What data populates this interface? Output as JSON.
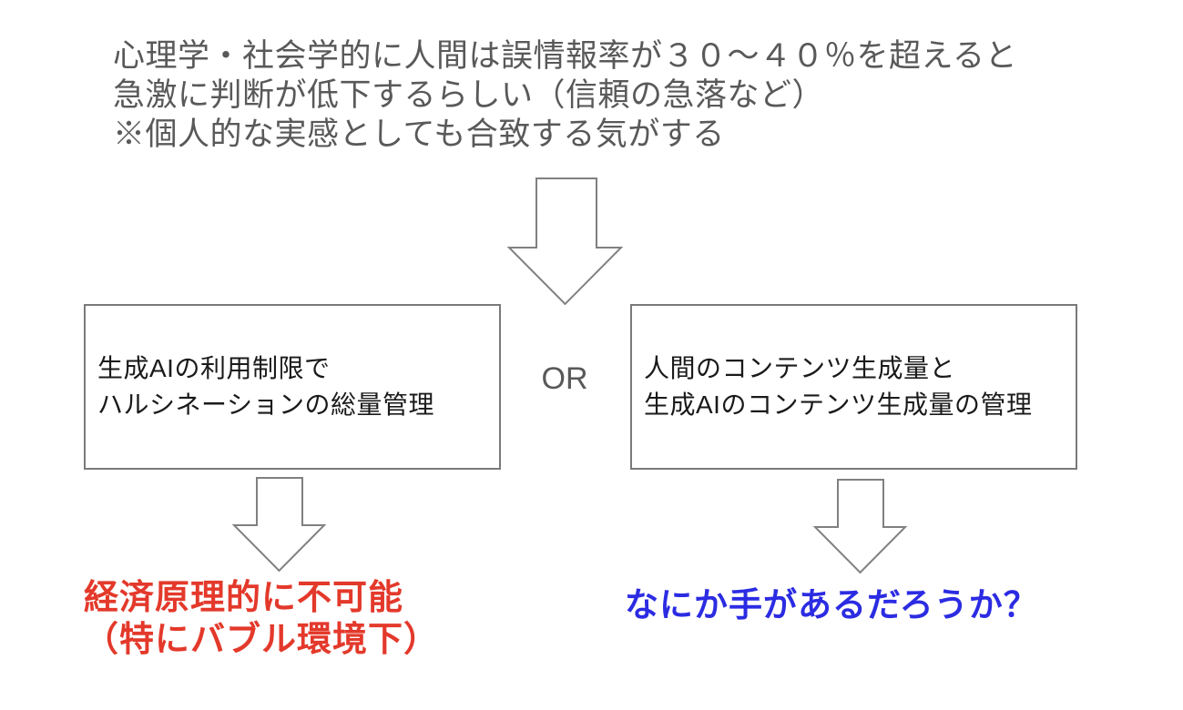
{
  "diagram": {
    "premise": {
      "line1": "心理学・社会学的に人間は誤情報率が３０～４０％を超えると",
      "line2": "急激に判断が低下するらしい（信頼の急落など）",
      "line3": "※個人的な実感としても合致する気がする"
    },
    "or_label": "OR",
    "left_option": {
      "line1": "生成AIの利用制限で",
      "line2": "ハルシネーションの総量管理"
    },
    "right_option": {
      "line1": "人間のコンテンツ生成量と",
      "line2": "生成AIのコンテンツ生成量の管理"
    },
    "left_conclusion": {
      "line1": "経済原理的に不可能",
      "line2": "（特にバブル環境下）"
    },
    "right_conclusion": {
      "line1": "なにか手があるだろうか？"
    },
    "colors": {
      "premise_text": "#595959",
      "box_border": "#7a7a7a",
      "box_text": "#1a1a1a",
      "arrow_outline": "#808080",
      "or_text": "#595959",
      "left_conclusion_text": "#e3392b",
      "right_conclusion_text": "#2b2ce2",
      "background": "#ffffff"
    }
  }
}
